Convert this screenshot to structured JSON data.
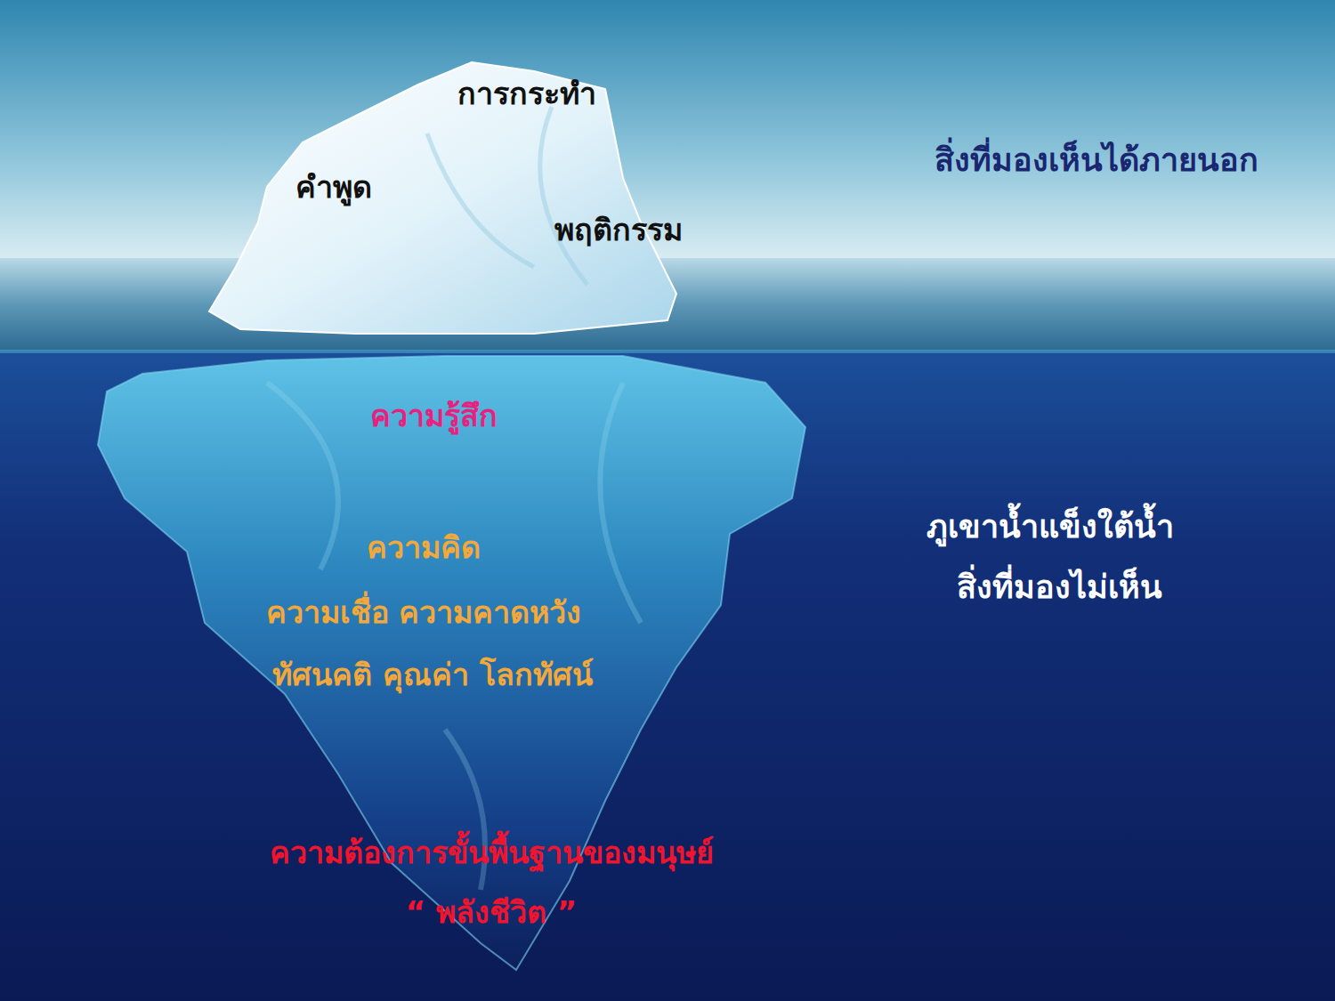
{
  "diagram": {
    "labels": [
      "การกระทำ",
      "คำพูด",
      "พฤติกรรม",
      "สิ่งที่มองเห็นได้ภายนอก",
      "ความรู้สึก",
      "ความคิด",
      "ความเชื่อ ความคาดหวัง",
      "ทัศนคติ คุณค่า โลกทัศน์",
      "ความต้องการขั้นพื้นฐานของมนุษย์",
      "“ พลังชีวิต ”",
      "ภูเขาน้ำแข็งใต้น้ำ",
      "สิ่งที่มองไม่เห็น"
    ]
  }
}
